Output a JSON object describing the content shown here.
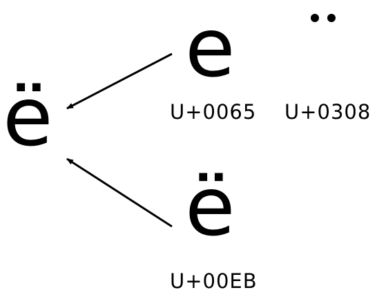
{
  "diagram": {
    "combined": {
      "glyph": "ë"
    },
    "base_letter": {
      "glyph": "e",
      "codepoint": "U+0065"
    },
    "combining_mark": {
      "glyph": "¨",
      "codepoint": "U+0308"
    },
    "precomposed": {
      "glyph": "ë",
      "codepoint": "U+00EB"
    },
    "colors": {
      "ink": "#000000",
      "background": "#ffffff"
    }
  }
}
